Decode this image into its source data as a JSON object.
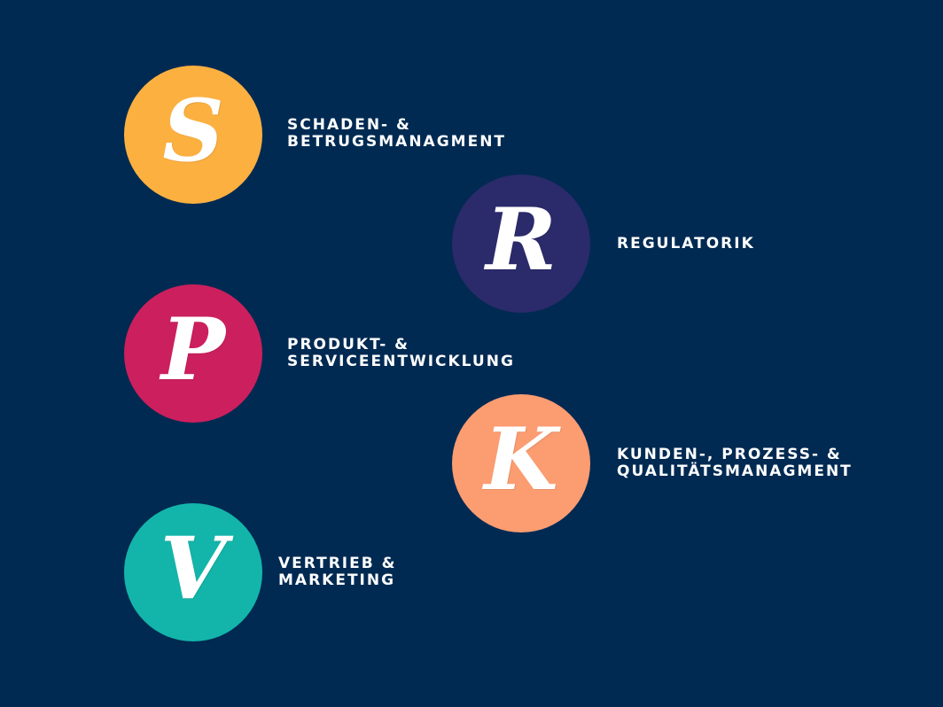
{
  "colors": {
    "background": "#002a52",
    "s": "#fbb040",
    "r": "#2b2a6b",
    "p": "#cc1f5d",
    "k": "#fb9c71",
    "v": "#13b5aa"
  },
  "items": [
    {
      "id": "s",
      "letter": "S",
      "lines": [
        "Schaden- &",
        "Betrugsmanagment"
      ]
    },
    {
      "id": "r",
      "letter": "R",
      "lines": [
        "Regulatorik"
      ]
    },
    {
      "id": "p",
      "letter": "P",
      "lines": [
        "Produkt- &",
        "Serviceentwicklung"
      ]
    },
    {
      "id": "k",
      "letter": "K",
      "lines": [
        "Kunden-, Prozess- &",
        "Qualitätsmanagment"
      ]
    },
    {
      "id": "v",
      "letter": "V",
      "lines": [
        "Vertrieb &",
        "Marketing"
      ]
    }
  ]
}
